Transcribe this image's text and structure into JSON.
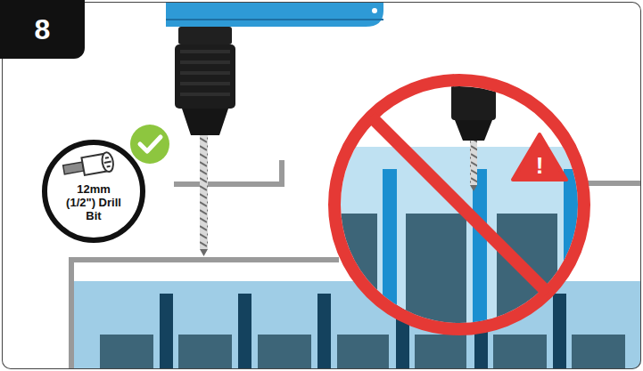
{
  "diagram": {
    "nodes": [
      {
        "text": [
          "8"
        ]
      },
      {
        "text": [
          "12mm (1/2\") Drill Bit"
        ]
      },
      {
        "text": [
          "!"
        ]
      }
    ]
  }
}
